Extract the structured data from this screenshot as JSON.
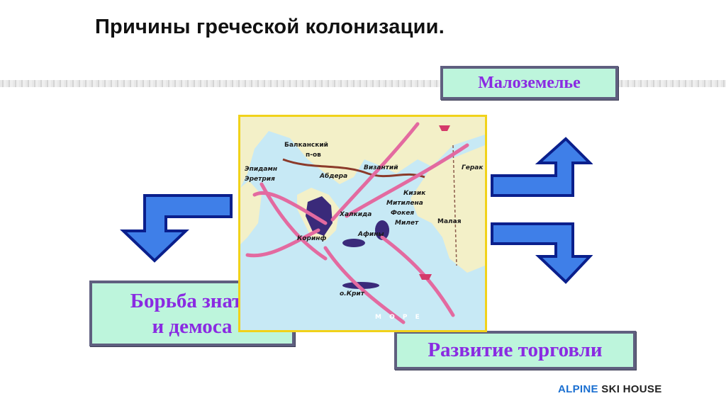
{
  "title": "Причины греческой колонизации.",
  "boxes": {
    "top": "Малоземелье",
    "left_line1": "Борьба знати",
    "left_line2": "и демоса",
    "bottom": "Развитие торговли"
  },
  "map": {
    "labels": {
      "balkan1": "Балканский",
      "balkan2": "п-ов",
      "epidamn1": "Эпидамн",
      "epidamn2": "Эретрия",
      "abdera": "Абдера",
      "byzantium": "Византий",
      "heraclea": "Герак",
      "kizik": "Кизик",
      "mitilena": "Митилена",
      "fokeya": "Фокея",
      "miletus": "Милет",
      "malaya": "Малая",
      "halkida": "Халкида",
      "corinth": "Коринф",
      "athens": "Афины",
      "crete": "о.Крит",
      "more": "М О Р Е"
    }
  },
  "footer": {
    "brand_accent": "ALPINE",
    "brand_rest": "SKI HOUSE"
  },
  "colors": {
    "box_fill": "#bdf5dc",
    "box_border": "#5f5f7f",
    "box_text": "#8a2be2",
    "arrow_fill": "#3f7fe8",
    "arrow_stroke": "#0a1f8c",
    "map_border": "#f1d21a",
    "footer_accent": "#1a6fd1"
  }
}
